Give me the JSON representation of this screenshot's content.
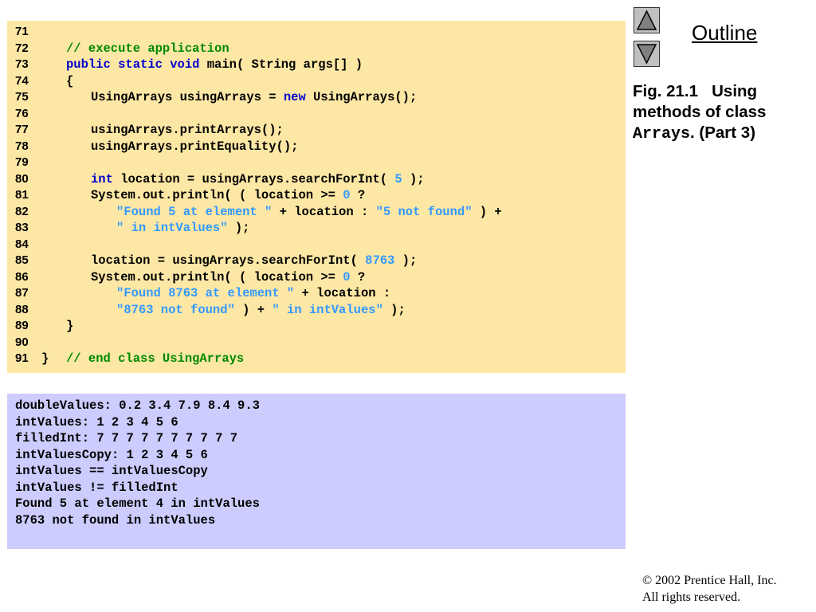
{
  "nav": {
    "outline_label": "Outline",
    "up_icon": "triangle-up-icon",
    "down_icon": "triangle-down-icon"
  },
  "caption": {
    "fig": "Fig. 21.1",
    "text_1": "Using methods of class",
    "class_name": "Arrays",
    "text_2": ". (Part 3)"
  },
  "copyright": {
    "line1": "© 2002 Prentice Hall, Inc.",
    "line2": "All rights reserved."
  },
  "code": {
    "line_numbers": [
      "71",
      "72",
      "73",
      "74",
      "75",
      "76",
      "77",
      "78",
      "79",
      "80",
      "81",
      "82",
      "83",
      "84",
      "85",
      "86",
      "87",
      "88",
      "89",
      "90",
      "91"
    ],
    "l72_comment": "// execute application",
    "l73_kw": "public static void",
    "l73_rest": " main( String args[] )",
    "l74": "{",
    "l75_a": "UsingArrays usingArrays = ",
    "l75_kw": "new",
    "l75_b": " UsingArrays();",
    "l77": "usingArrays.printArrays();",
    "l78": "usingArrays.printEquality();",
    "l80_kw": "int",
    "l80_a": " location = usingArrays.searchForInt( ",
    "l80_num": "5",
    "l80_b": " );",
    "l81_a": "System.out.println( ( location >= ",
    "l81_num": "0",
    "l81_b": " ?",
    "l82_s1": "\"Found 5 at element \"",
    "l82_a": " + location : ",
    "l82_s2": "\"5 not found\"",
    "l82_b": " ) +",
    "l83_s": "\" in intValues\"",
    "l83_b": " );",
    "l85_a": "location = usingArrays.searchForInt( ",
    "l85_num": "8763",
    "l85_b": " );",
    "l86_a": "System.out.println( ( location >= ",
    "l86_num": "0",
    "l86_b": " ?",
    "l87_s": "\"Found 8763 at element \"",
    "l87_b": " + location :",
    "l88_s1": "\"8763 not found\"",
    "l88_a": " ) + ",
    "l88_s2": "\" in intValues\"",
    "l88_b": " );",
    "l89": "}",
    "l91_a": "}",
    "l91_comment": "// end class UsingArrays"
  },
  "output": {
    "lines": [
      "doubleValues: 0.2 3.4 7.9 8.4 9.3",
      "intValues: 1 2 3 4 5 6",
      "filledInt: 7 7 7 7 7 7 7 7 7 7",
      "intValuesCopy: 1 2 3 4 5 6",
      "intValues == intValuesCopy",
      "intValues != filledInt",
      "Found 5 at element 4 in intValues",
      "8763 not found in intValues"
    ]
  }
}
